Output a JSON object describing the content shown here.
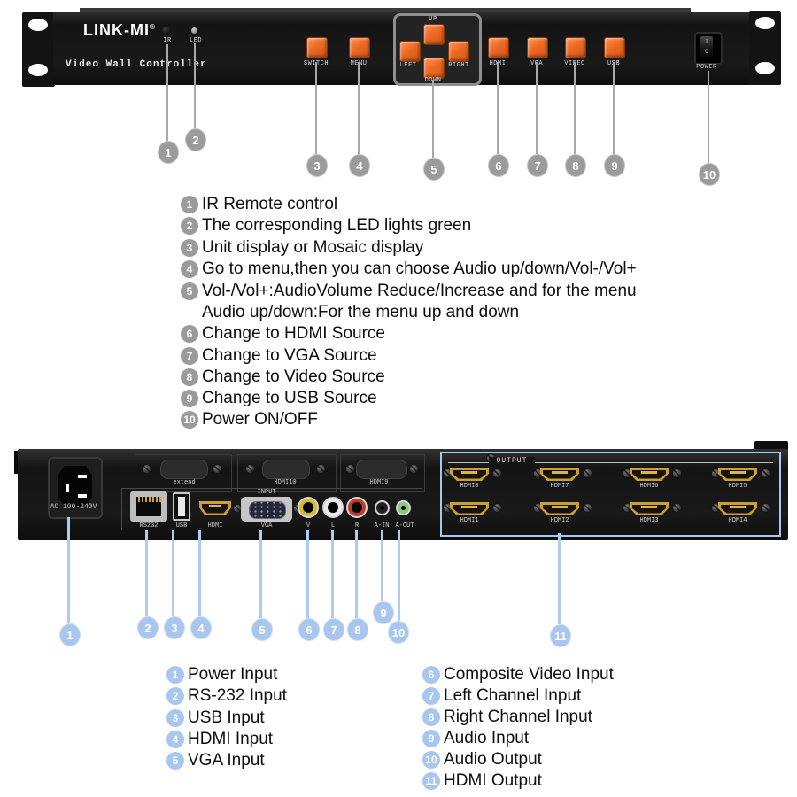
{
  "front_panel": {
    "brand": "LINK-MI",
    "registered_mark": "®",
    "subtitle": "Video Wall Controller",
    "ir_label": "IR",
    "led_label": "LED",
    "switch_label": "SWITCH",
    "menu_label": "MENU",
    "up_label": "UP",
    "down_label": "DOWN",
    "left_label": "LEFT",
    "right_label": "RIGHT",
    "hdmi_label": "HDMI",
    "vga_label": "VGA",
    "video_label": "VIDEO",
    "usb_label": "USB",
    "power_label": "POWER",
    "power_on_symbol": "I",
    "power_off_symbol": "O"
  },
  "front_callout_numbers": [
    "1",
    "2",
    "3",
    "4",
    "5",
    "6",
    "7",
    "8",
    "9",
    "10"
  ],
  "front_descriptions": [
    {
      "num": "1",
      "text": "IR Remote control"
    },
    {
      "num": "2",
      "text": "The corresponding LED lights green"
    },
    {
      "num": "3",
      "text": "Unit display or Mosaic display"
    },
    {
      "num": "4",
      "text": "Go to menu,then you can choose Audio up/down/Vol-/Vol+"
    },
    {
      "num": "5",
      "text": "Vol-/Vol+:AudioVolume Reduce/Increase and for the menu",
      "text_line2": "Audio up/down:For the menu up and down"
    },
    {
      "num": "6",
      "text": "Change to HDMI Source"
    },
    {
      "num": "7",
      "text": "Change to VGA Source"
    },
    {
      "num": "8",
      "text": "Change to Video Source"
    },
    {
      "num": "9",
      "text": "Change to USB Source"
    },
    {
      "num": "10",
      "text": "Power ON/OFF"
    }
  ],
  "rear_panel": {
    "ac_label": "AC 100-240V",
    "extend_label": "extend",
    "hdmi10_label": "HDMI10",
    "hdmi9_label": "HDMI9",
    "input_label": "INPUT",
    "rs232_label": "RS232",
    "usb_label": "USB",
    "hdmi_label": "HDMI",
    "vga_label": "VGA",
    "video_rca_label": "V",
    "left_rca_label": "L",
    "right_rca_label": "R",
    "audio_in_label": "A-IN",
    "audio_out_label": "A-OUT",
    "output_label": "OUTPUT",
    "hdmi_out_top": [
      "HDMI8",
      "HDMI7",
      "HDMI6",
      "HDMI5"
    ],
    "hdmi_out_bottom": [
      "HDMI1",
      "HDMI2",
      "HDMI3",
      "HDMI4"
    ]
  },
  "rear_callout_numbers": [
    "1",
    "2",
    "3",
    "4",
    "5",
    "6",
    "7",
    "8",
    "9",
    "10",
    "11"
  ],
  "rear_descriptions_left": [
    {
      "num": "1",
      "text": "Power Input"
    },
    {
      "num": "2",
      "text": "RS-232 Input"
    },
    {
      "num": "3",
      "text": "USB Input"
    },
    {
      "num": "4",
      "text": "HDMI Input"
    },
    {
      "num": "5",
      "text": "VGA Input"
    }
  ],
  "rear_descriptions_right": [
    {
      "num": "6",
      "text": "Composite Video Input"
    },
    {
      "num": "7",
      "text": "Left Channel Input"
    },
    {
      "num": "8",
      "text": "Right Channel Input"
    },
    {
      "num": "9",
      "text": "Audio Input"
    },
    {
      "num": "10",
      "text": "Audio Output"
    },
    {
      "num": "11",
      "text": "HDMI Output"
    }
  ],
  "colors": {
    "button_orange": "#ee6a22",
    "front_callout_gray": "#9b9b9b",
    "rear_callout_blue": "#a9c6ee",
    "output_outline_blue": "#a9c6ee",
    "rca_video_yellow": "#d8b92a",
    "rca_left_white": "#eaeaea",
    "rca_right_red": "#bf3a2c",
    "audio_out_green": "#8cc878"
  }
}
